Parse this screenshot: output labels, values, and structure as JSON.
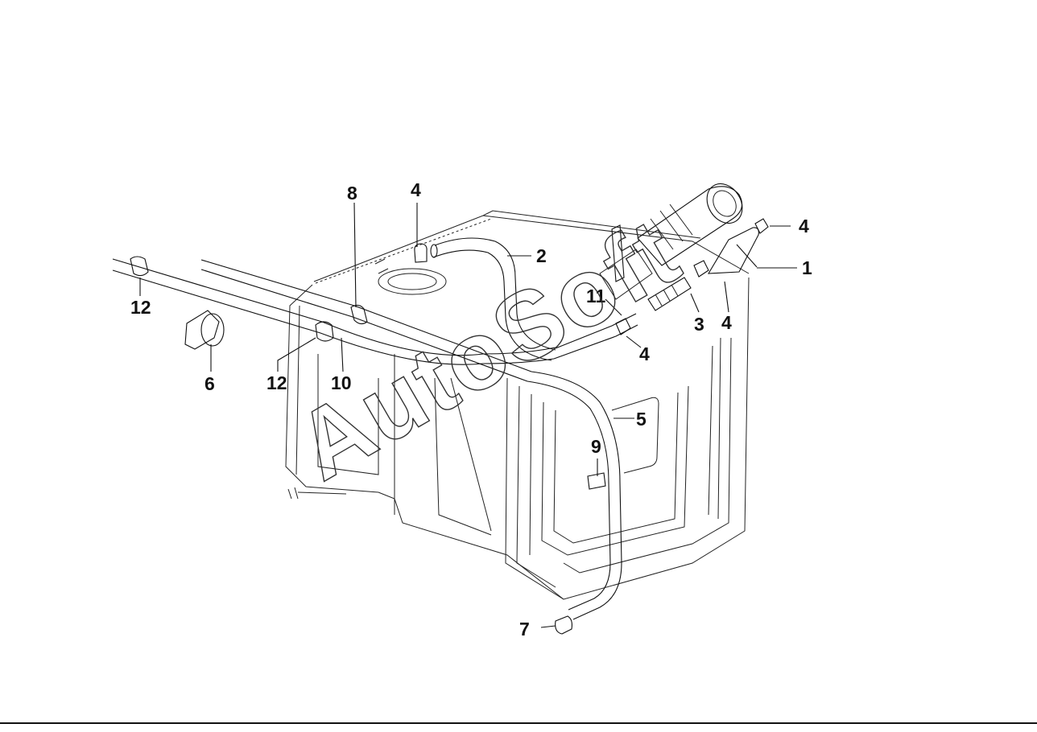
{
  "diagram": {
    "watermark": "AutoSoft",
    "callouts": {
      "c1": "1",
      "c2": "2",
      "c3": "3",
      "c4a": "4",
      "c4b": "4",
      "c4c": "4",
      "c4d": "4",
      "c5": "5",
      "c6": "6",
      "c7": "7",
      "c8": "8",
      "c9": "9",
      "c10": "10",
      "c11": "11",
      "c12a": "12",
      "c12b": "12"
    }
  }
}
